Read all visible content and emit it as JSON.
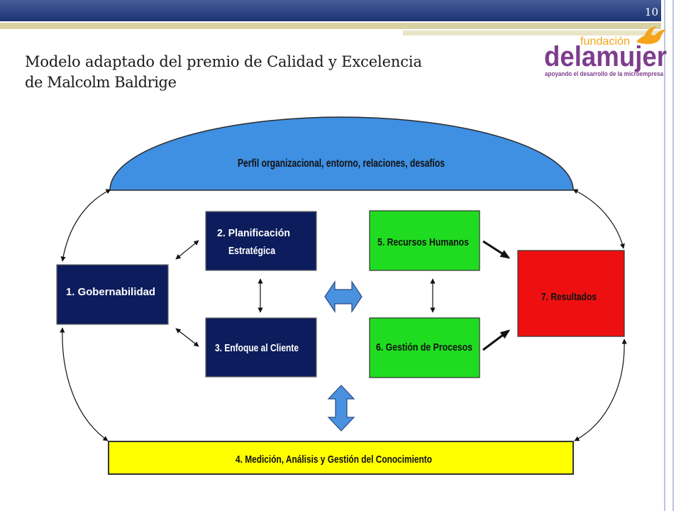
{
  "slide": {
    "page_number": "10",
    "title_lines": [
      "Modelo adaptado del premio de Calidad y Excelencia",
      "de Malcolm Baldrige"
    ]
  },
  "logo": {
    "icon": "bird-icon",
    "foundation": "fundación",
    "name": "delamujer",
    "tagline": "apoyando el desarrollo de la microempresa"
  },
  "diagram": {
    "profile_label": "Perfil organizacional, entorno, relaciones, desafíos",
    "nodes": {
      "gobernabilidad": "1. Gobernabilidad",
      "planificacion": [
        "2. Planificación",
        "Estratégica"
      ],
      "cliente": "3. Enfoque al Cliente",
      "medicion": "4. Medición, Análisis y Gestión del Conocimiento",
      "recursos": "5. Recursos Humanos",
      "procesos": "6. Gestión de Procesos",
      "resultados": "7. Resultados"
    }
  },
  "colors": {
    "header_bar": "#233e87",
    "accent_stripe": "#d8d1a3",
    "navy_box": "#0c1c5c",
    "green_box": "#20dc20",
    "red_box": "#ee1010",
    "yellow_bar": "#ffff00",
    "profile_dome": "#3f8fe2",
    "flow_arrow": "#4a92e0",
    "logo_purple": "#7e3d8e",
    "logo_orange": "#f4a51c"
  }
}
